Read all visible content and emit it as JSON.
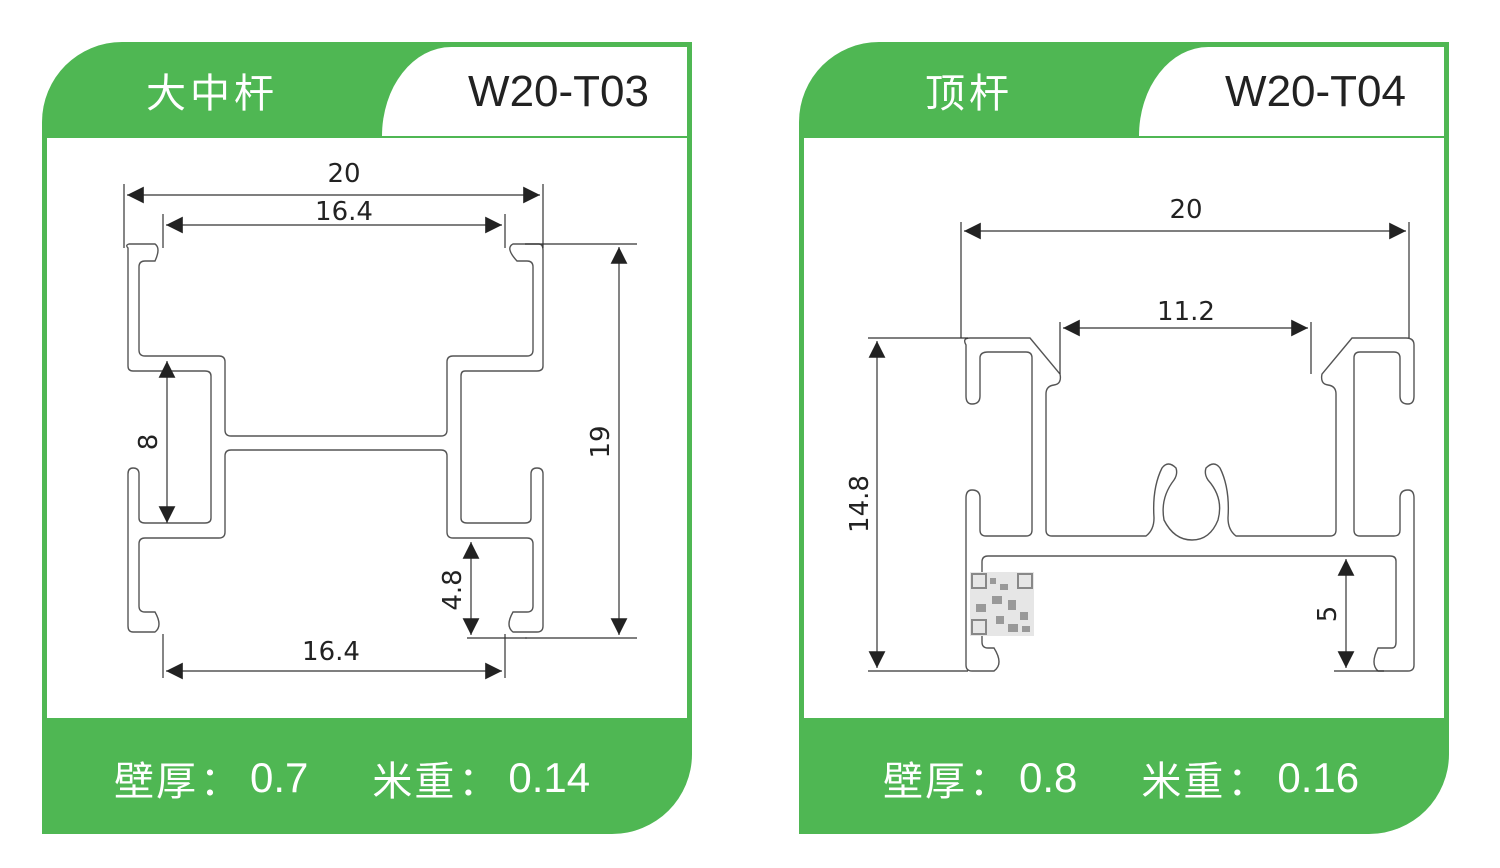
{
  "cards": [
    {
      "title": "大中杆",
      "code": "W20-T03",
      "dimensions": {
        "overall_width": "20",
        "top_opening": "16.4",
        "bottom_opening": "16.4",
        "height": "19",
        "inner_height": "8",
        "slot_depth": "4.8"
      },
      "footer": {
        "wall_label": "壁厚",
        "wall_value": "0.7",
        "weight_label": "米重",
        "weight_value": "0.14",
        "colon": "："
      }
    },
    {
      "title": "顶杆",
      "code": "W20-T04",
      "dimensions": {
        "overall_width": "20",
        "top_opening": "11.2",
        "height": "14.8",
        "bottom_slot": "5"
      },
      "footer": {
        "wall_label": "壁厚",
        "wall_value": "0.8",
        "weight_label": "米重",
        "weight_value": "0.16",
        "colon": "："
      }
    }
  ],
  "colors": {
    "brand_green": "#4fb753",
    "text_dark": "#222222"
  }
}
